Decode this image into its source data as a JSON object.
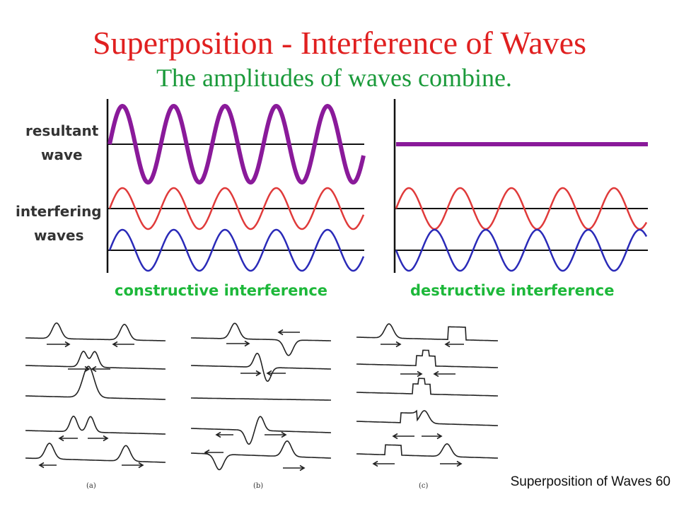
{
  "title": "Superposition - Interference of Waves",
  "subtitle": "The amplitudes of waves combine.",
  "labels": {
    "resultant_1": "resultant",
    "resultant_2": "wave",
    "interfering_1": "interfering",
    "interfering_2": "waves"
  },
  "captions": {
    "constructive": "constructive interference",
    "destructive": "destructive interference"
  },
  "panels": {
    "a": "(a)",
    "b": "(b)",
    "c": "(c)"
  },
  "footer": "Superposition of Waves 60",
  "colors": {
    "title": "#e02020",
    "subtitle": "#1a9a3a",
    "resultant": "#8a1a9a",
    "red_wave": "#e03a3a",
    "blue_wave": "#2a2ab8",
    "caption": "#1db83a"
  }
}
